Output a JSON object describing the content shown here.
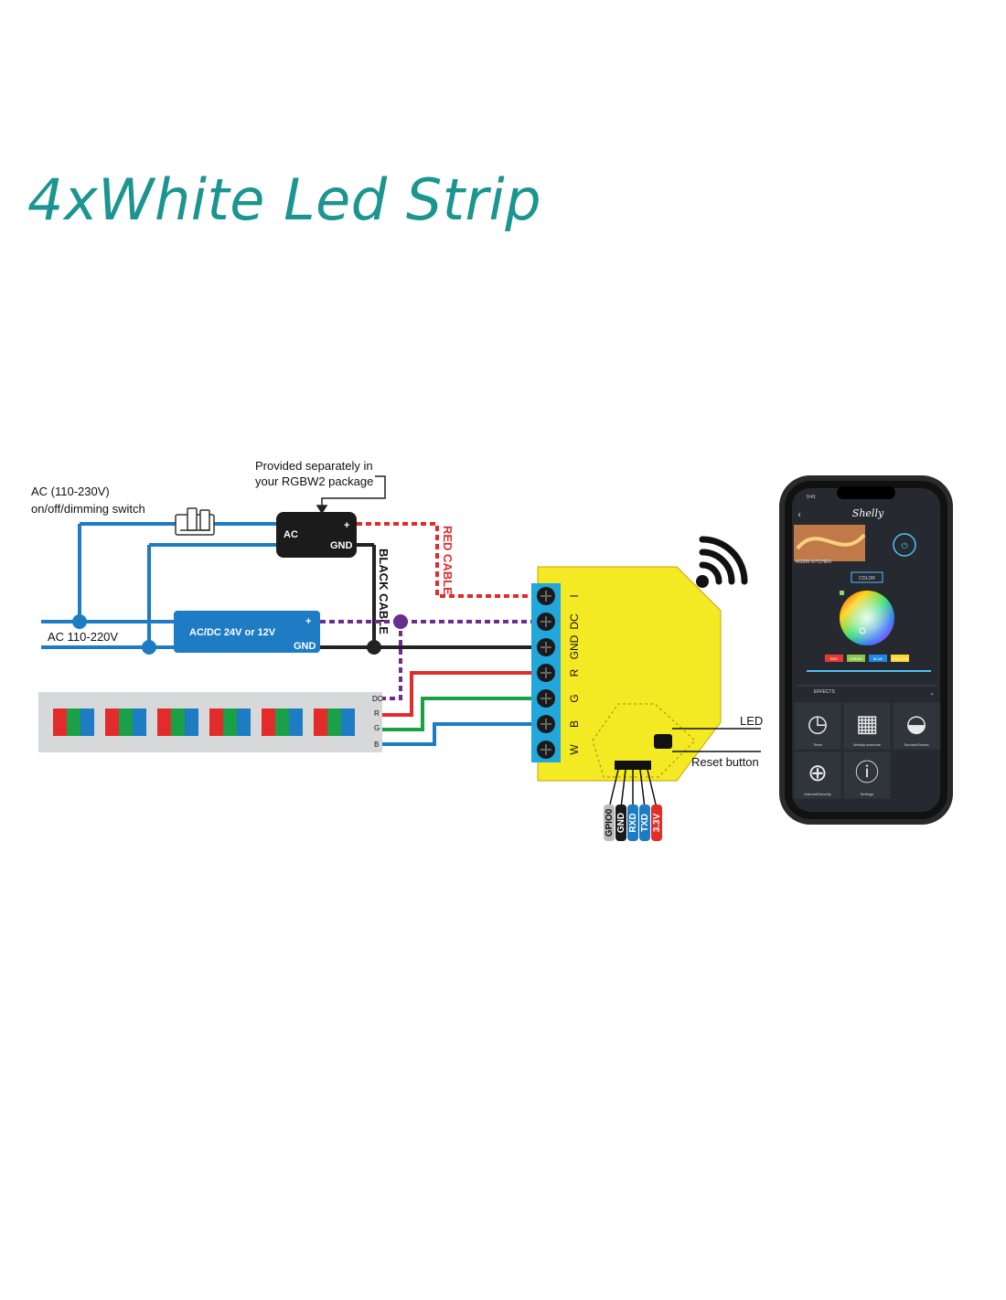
{
  "title": "4xWhite Led Strip",
  "colors": {
    "title": "#1a9590",
    "wire_blue": "#1d7cc4",
    "wire_black": "#222222",
    "wire_red": "#e32b2b",
    "wire_green": "#1aa046",
    "wire_purple": "#6a2e8e",
    "device_yellow": "#f4ea23",
    "terminal_blue": "#22a7dc",
    "psu_blue": "#1d7cc4"
  },
  "labels": {
    "ac_switch": "AC (110-230V)",
    "ac_switch_line2": "on/off/dimming switch",
    "provided_line1": "Provided separately in",
    "provided_line2": "your RGBW2 package",
    "mains": "AC 110-220V",
    "adapter_ac": "AC",
    "adapter_plus": "+",
    "adapter_gnd": "GND",
    "psu": "AC/DC 24V or 12V",
    "psu_plus": "+",
    "psu_gnd": "GND",
    "black_cable": "BLACK CABLE",
    "red_cable": "RED CABLE",
    "led": "LED",
    "reset": "Reset button",
    "strip_dc": "DC",
    "strip_r": "R",
    "strip_g": "G",
    "strip_b": "B"
  },
  "terminals": [
    "I",
    "DC",
    "GND",
    "R",
    "G",
    "B",
    "W"
  ],
  "pins": [
    "GPIO0",
    "GND",
    "RXD",
    "TXD",
    "3.3V"
  ],
  "app": {
    "time": "9:41",
    "brand": "Shelly",
    "device": "RGBW KITCHEN",
    "mode": "COLOR",
    "chips": [
      "RED",
      "GREEN",
      "BLUE",
      "YELLOW"
    ],
    "effects": "EFFECTS",
    "tiles": [
      "Timer",
      "Weekly schedule",
      "Sunrise/Sunset",
      "Internet/Security",
      "Settings"
    ]
  }
}
